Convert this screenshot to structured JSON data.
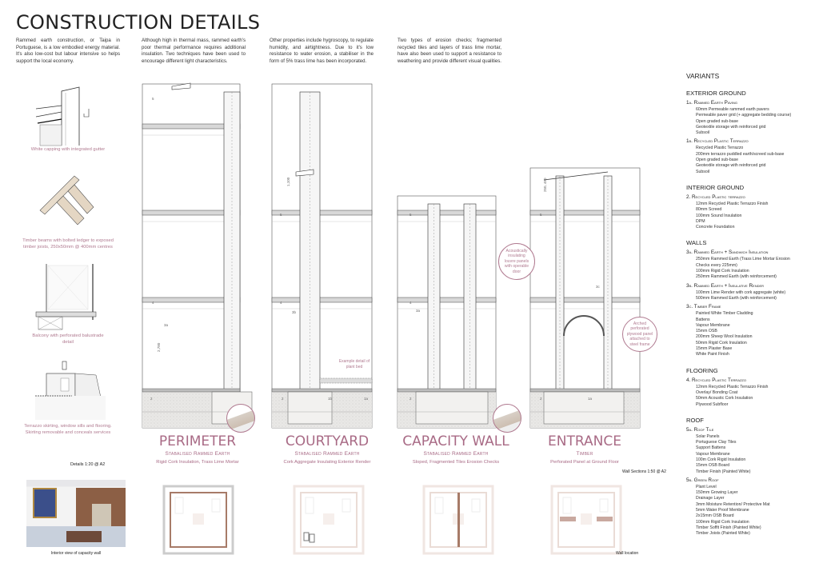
{
  "title": "CONSTRUCTION DETAILS",
  "intro": [
    "Rammed earth construction, or Taipa in Portuguese, is a low embodied energy material. It's also low-cost but labour intensive so helps support the local economy.",
    "Although high in thermal mass, rammed earth's poor thermal performance requires additional insulation. Two techniques have been used to encourage different light characteristics.",
    "Other properties include hygroscopy, to regulate humidity, and airtightness. Due to it's low resistance to water erosion, a stabiliser in the form of 5% trass lime has been incorporated.",
    "Two types of erosion checks; fragmented recycled tiles and layers of trass lime mortar, have also been used to support a resistance to weathering and provide different visual qualities."
  ],
  "details": {
    "notes": [
      "White capping with integrated gutter",
      "Timber beams with bolted ledger to exposed timber joists, 250x50mm @ 400mm centres",
      "Balcony with perforated balustrade detail",
      "Terrazzo skirting, window sills and flooring. Skirting removable and conceals services"
    ],
    "scale": "Details 1:20 @ A2"
  },
  "sections": [
    {
      "title": "PERIMETER",
      "material": "Stabalised Rammed Earth",
      "desc": "Rigid Cork Insulation, Trass Lime Mortar",
      "tags": [
        "5",
        "4",
        "3a",
        "2",
        "2,780"
      ]
    },
    {
      "title": "COURTYARD",
      "material": "Stabalised Rammed Earth",
      "desc": "Cork Aggregate Insulating Exterior Render",
      "tags": [
        "5",
        "4",
        "3b",
        "2",
        "1b",
        "1a",
        "1,100"
      ]
    },
    {
      "title": "CAPACITY WALL",
      "material": "Stabalised Rammed Earth",
      "desc": "Sloped, Fragmented Tiles Erosion Checks",
      "tags": [
        "5",
        "4",
        "3a",
        "2"
      ]
    },
    {
      "title": "ENTRANCE",
      "material": "Timber",
      "desc": "Perforated Panel at Ground Floor",
      "tags": [
        "5",
        "3c",
        "2",
        "1a",
        "250, 450"
      ]
    }
  ],
  "callouts": {
    "plant_bed": "Example detail of plant bed",
    "louvre": "Acoustically insulating louvre panels with operable door",
    "arched": "Arched perforated plywood panel attached to steel frame"
  },
  "wall_sections_scale": "Wall Sections 1:50 @ A2",
  "interior_caption": "Interior view of capacity wall",
  "wall_location_caption": "Wall location",
  "variants": {
    "title": "VARIANTS",
    "groups": [
      {
        "heading": "EXTERIOR GROUND",
        "subs": [
          {
            "label": "1a. Rammed Earth Paving",
            "items": [
              "60mm Permeable rammed earth pavers",
              "Permeable paver grid (+ aggregate bedding course)",
              "Open graded sub-base",
              "Geotextile storage with reinforced grid",
              "Subsoil"
            ]
          },
          {
            "label": "1b. Recycled Plastic Terrazzo",
            "items": [
              "Recycled Plastic Terrazzo",
              "200mm terrazzo puddled earth/screed sub-base",
              "Open graded sub-base",
              "Geotextile storage with reinforced grid",
              "Subsoil"
            ]
          }
        ]
      },
      {
        "heading": "INTERIOR GROUND",
        "subs": [
          {
            "label": "2. Recycled Plastic terrazzo",
            "items": [
              "12mm Recycled Plastic Terrazzo Finish",
              "80mm Screed",
              "100mm Sound Insulation",
              "DPM",
              "Concrete Foundation"
            ]
          }
        ]
      },
      {
        "heading": "WALLS",
        "subs": [
          {
            "label": "3a. Rammed Earth + Sandwich Insulation",
            "items": [
              "250mm Rammed Earth (Trass Lime Mortar Erosion",
              "Checks every 225mm)",
              "100mm Rigid Cork Insulation",
              "250mm Rammed Earth (with reinforcement)"
            ]
          },
          {
            "label": "3b. Rammed Earth + Insulative Render",
            "items": [
              "100mm Lime Render with cork aggregate (white)",
              "500mm Rammed Earth (with reinforcement)"
            ]
          },
          {
            "label": "3c. Timber Frame",
            "items": [
              "Painted White Timber Cladding",
              "Battens",
              "Vapour Membrane",
              "15mm OSB",
              "200mm Sheep Wool Insulation",
              "50mm Rigid Cork Insulation",
              "15mm Plaster Base",
              "White Paint Finish"
            ]
          }
        ]
      },
      {
        "heading": "FLOORING",
        "subs": [
          {
            "label": "4. Recycled Plastic Terrazzo",
            "items": [
              "12mm Recycled Plastic Terrazzo Finish",
              "Overlay/ Bonding Coat",
              "50mm Acoustic Cork Insulation",
              "Plywood Subfloor"
            ]
          }
        ]
      },
      {
        "heading": "ROOF",
        "subs": [
          {
            "label": "5a. Roof Tile",
            "items": [
              "Solar Panels",
              "Portuguese Clay Tiles",
              "Support Battens",
              "Vapour Membrane",
              "100m Cork Rigid Insulation",
              "15mm OSB Board",
              "Timber Finish (Painted White)"
            ]
          },
          {
            "label": "5b. Green Roof",
            "items": [
              "Plant Level",
              "150mm Growing Layer",
              "Drainage Layer",
              "3mm Moisture Retention/ Protective Mat",
              "5mm Water Proof Membrane",
              "2x15mm OSB Board",
              "100mm Rigid Cork Insulation",
              "Timber Soffit Finish (Painted White)",
              "Timber Joists (Painted White)"
            ]
          }
        ]
      }
    ]
  },
  "colors": {
    "accent": "#a86a85",
    "timber": "#a77b68",
    "ground": "#e4e2df"
  }
}
